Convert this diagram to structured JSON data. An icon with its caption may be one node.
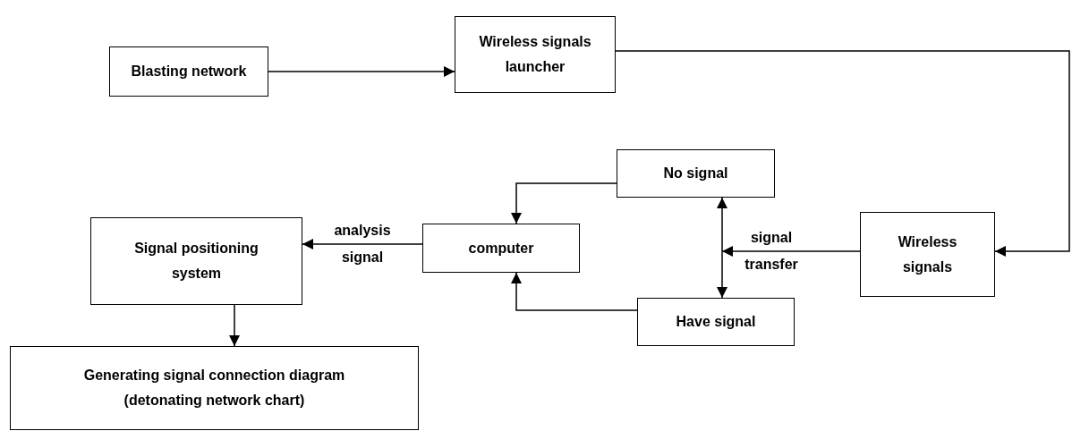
{
  "diagram": {
    "nodes": [
      {
        "text": [
          "Blasting network"
        ]
      },
      {
        "text": [
          "Wireless signals launcher"
        ]
      },
      {
        "text": [
          "No signal"
        ]
      },
      {
        "text": [
          "Signal positioning system"
        ]
      },
      {
        "text": [
          "computer"
        ]
      },
      {
        "text": [
          "Wireless signals"
        ]
      },
      {
        "text": [
          "Have signal"
        ]
      },
      {
        "text": [
          "Generating signal connection diagram (detonating network chart)"
        ]
      }
    ],
    "edges": [
      {
        "from": 0,
        "to": 1,
        "arrow": "to"
      },
      {
        "from": 1,
        "to": 5,
        "arrow": "to"
      },
      {
        "from": 5,
        "to": null,
        "arrow": "to",
        "label": "signal transfer"
      },
      {
        "from": 2,
        "to": 6,
        "arrow": "both"
      },
      {
        "from": 2,
        "to": 4,
        "arrow": "to"
      },
      {
        "from": 6,
        "to": 4,
        "arrow": "to"
      },
      {
        "from": 4,
        "to": 3,
        "arrow": "to",
        "label": "analysis signal"
      },
      {
        "from": 3,
        "to": 7,
        "arrow": "to"
      }
    ]
  }
}
